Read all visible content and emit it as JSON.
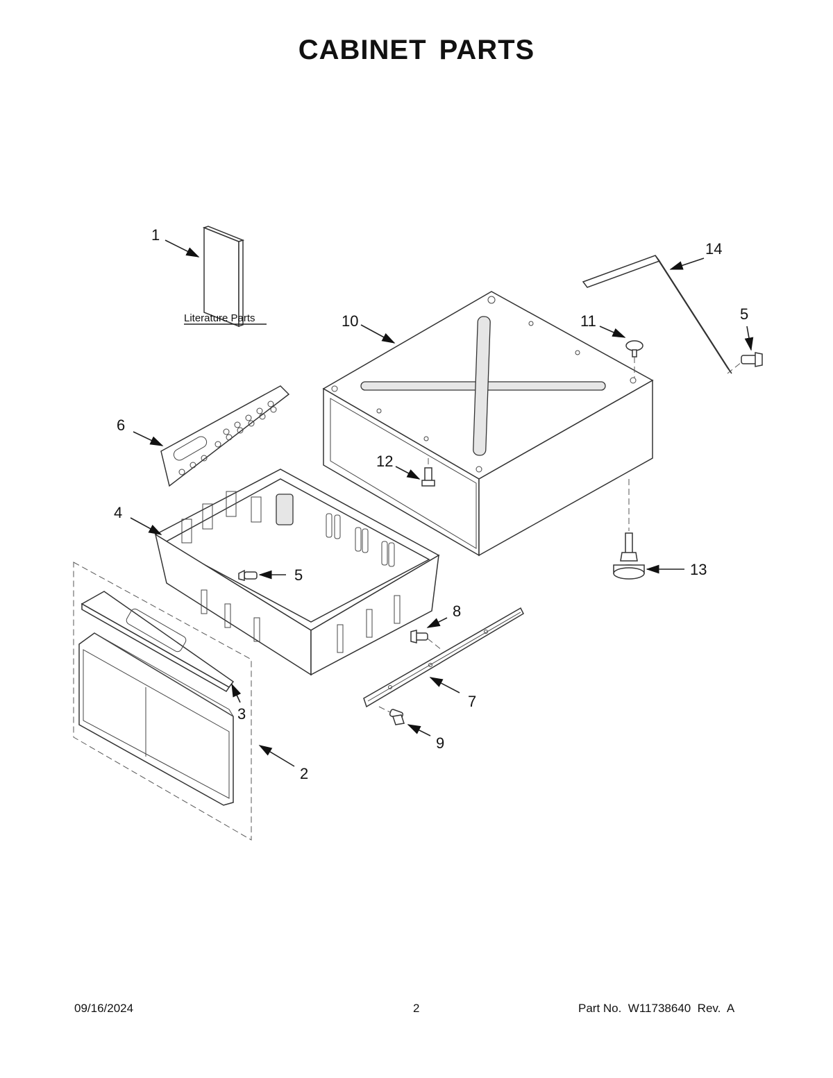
{
  "title": "CABINET PARTS",
  "literature_label": "Literature Parts",
  "callouts": {
    "c1": "1",
    "c2": "2",
    "c3": "3",
    "c4": "4",
    "c5a": "5",
    "c5b": "5",
    "c6": "6",
    "c7": "7",
    "c8": "8",
    "c9": "9",
    "c10": "10",
    "c11": "11",
    "c12": "12",
    "c13": "13",
    "c14": "14"
  },
  "footer": {
    "date": "09/16/2024",
    "page": "2",
    "part_no": "Part No.  W11738640  Rev.  A"
  }
}
